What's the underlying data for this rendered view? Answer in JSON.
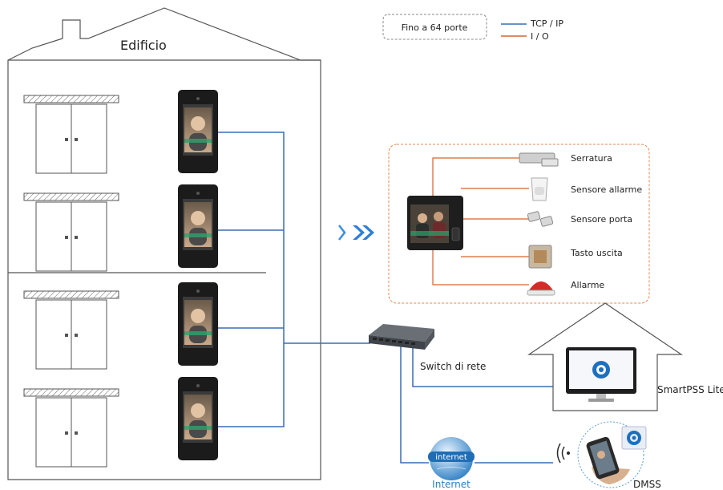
{
  "building": {
    "label": "Edificio"
  },
  "ports_note": "Fino a 64 porte",
  "legend": {
    "items": [
      {
        "label": "TCP / IP",
        "color": "#3a6db5"
      },
      {
        "label": "I / O",
        "color": "#d9622b"
      }
    ]
  },
  "peripherals": [
    {
      "label": "Serratura",
      "icon": "lock-icon"
    },
    {
      "label": "Sensore allarme",
      "icon": "motion-sensor-icon"
    },
    {
      "label": "Sensore porta",
      "icon": "door-sensor-icon"
    },
    {
      "label": "Tasto uscita",
      "icon": "exit-button-icon"
    },
    {
      "label": "Allarme",
      "icon": "siren-icon"
    }
  ],
  "network": {
    "switch_label": "Switch di rete",
    "smartpss_label": "SmartPSS Lite",
    "internet_label": "Internet",
    "internet_globe_text": "internet",
    "dmss_label": "DMSS"
  },
  "colors": {
    "tcp": "#3a6db5",
    "io": "#d9622b",
    "outline": "#555555",
    "internet_text": "#2a7fc0"
  }
}
